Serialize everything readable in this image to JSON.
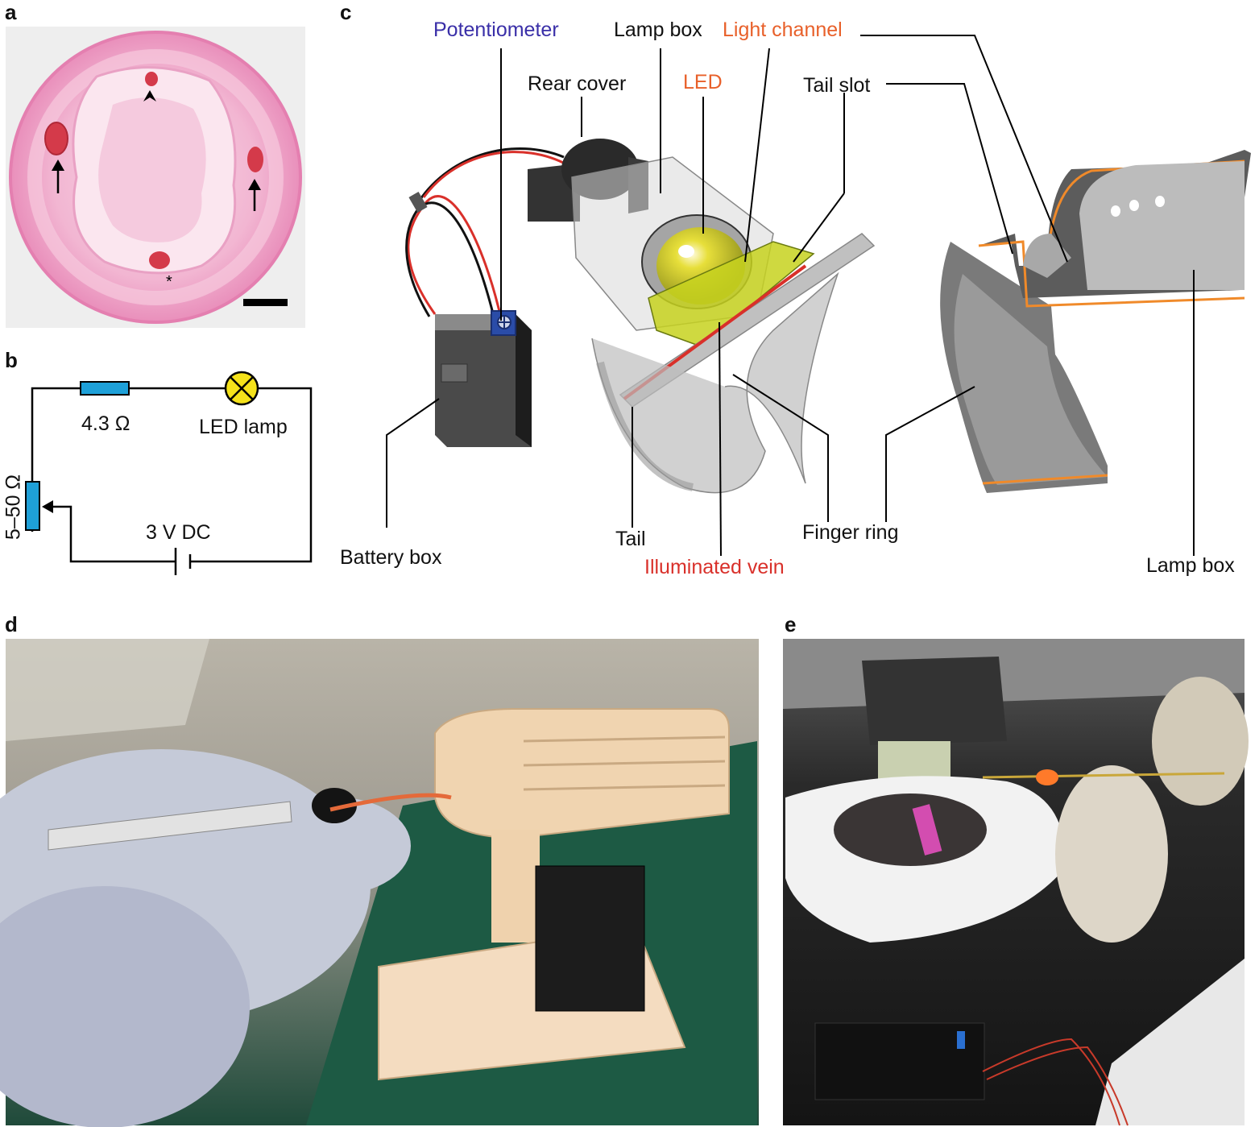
{
  "panels": {
    "a": "a",
    "b": "b",
    "c": "c",
    "d": "d",
    "e": "e"
  },
  "panel_b": {
    "resistor_label": "4.3 Ω",
    "lamp_label": "LED lamp",
    "pot_label": "5–50 Ω",
    "source_label": "3 V DC"
  },
  "panel_c": {
    "potentiometer": "Potentiometer",
    "lamp_box_top": "Lamp box",
    "light_channel": "Light channel",
    "rear_cover": "Rear cover",
    "led": "LED",
    "tail_slot": "Tail slot",
    "battery_box": "Battery box",
    "tail": "Tail",
    "illuminated_vein": "Illuminated vein",
    "finger_ring": "Finger ring",
    "lamp_box_bottom": "Lamp box"
  },
  "colors": {
    "potentiometer": "#3a2fa8",
    "orange": "#e8602a",
    "red": "#d9302a",
    "tissue_pink": "#f0a8c8",
    "led_yellow": "#f5e21a",
    "resistor_blue": "#1ea0d8",
    "grey": "#8c8c8c"
  }
}
